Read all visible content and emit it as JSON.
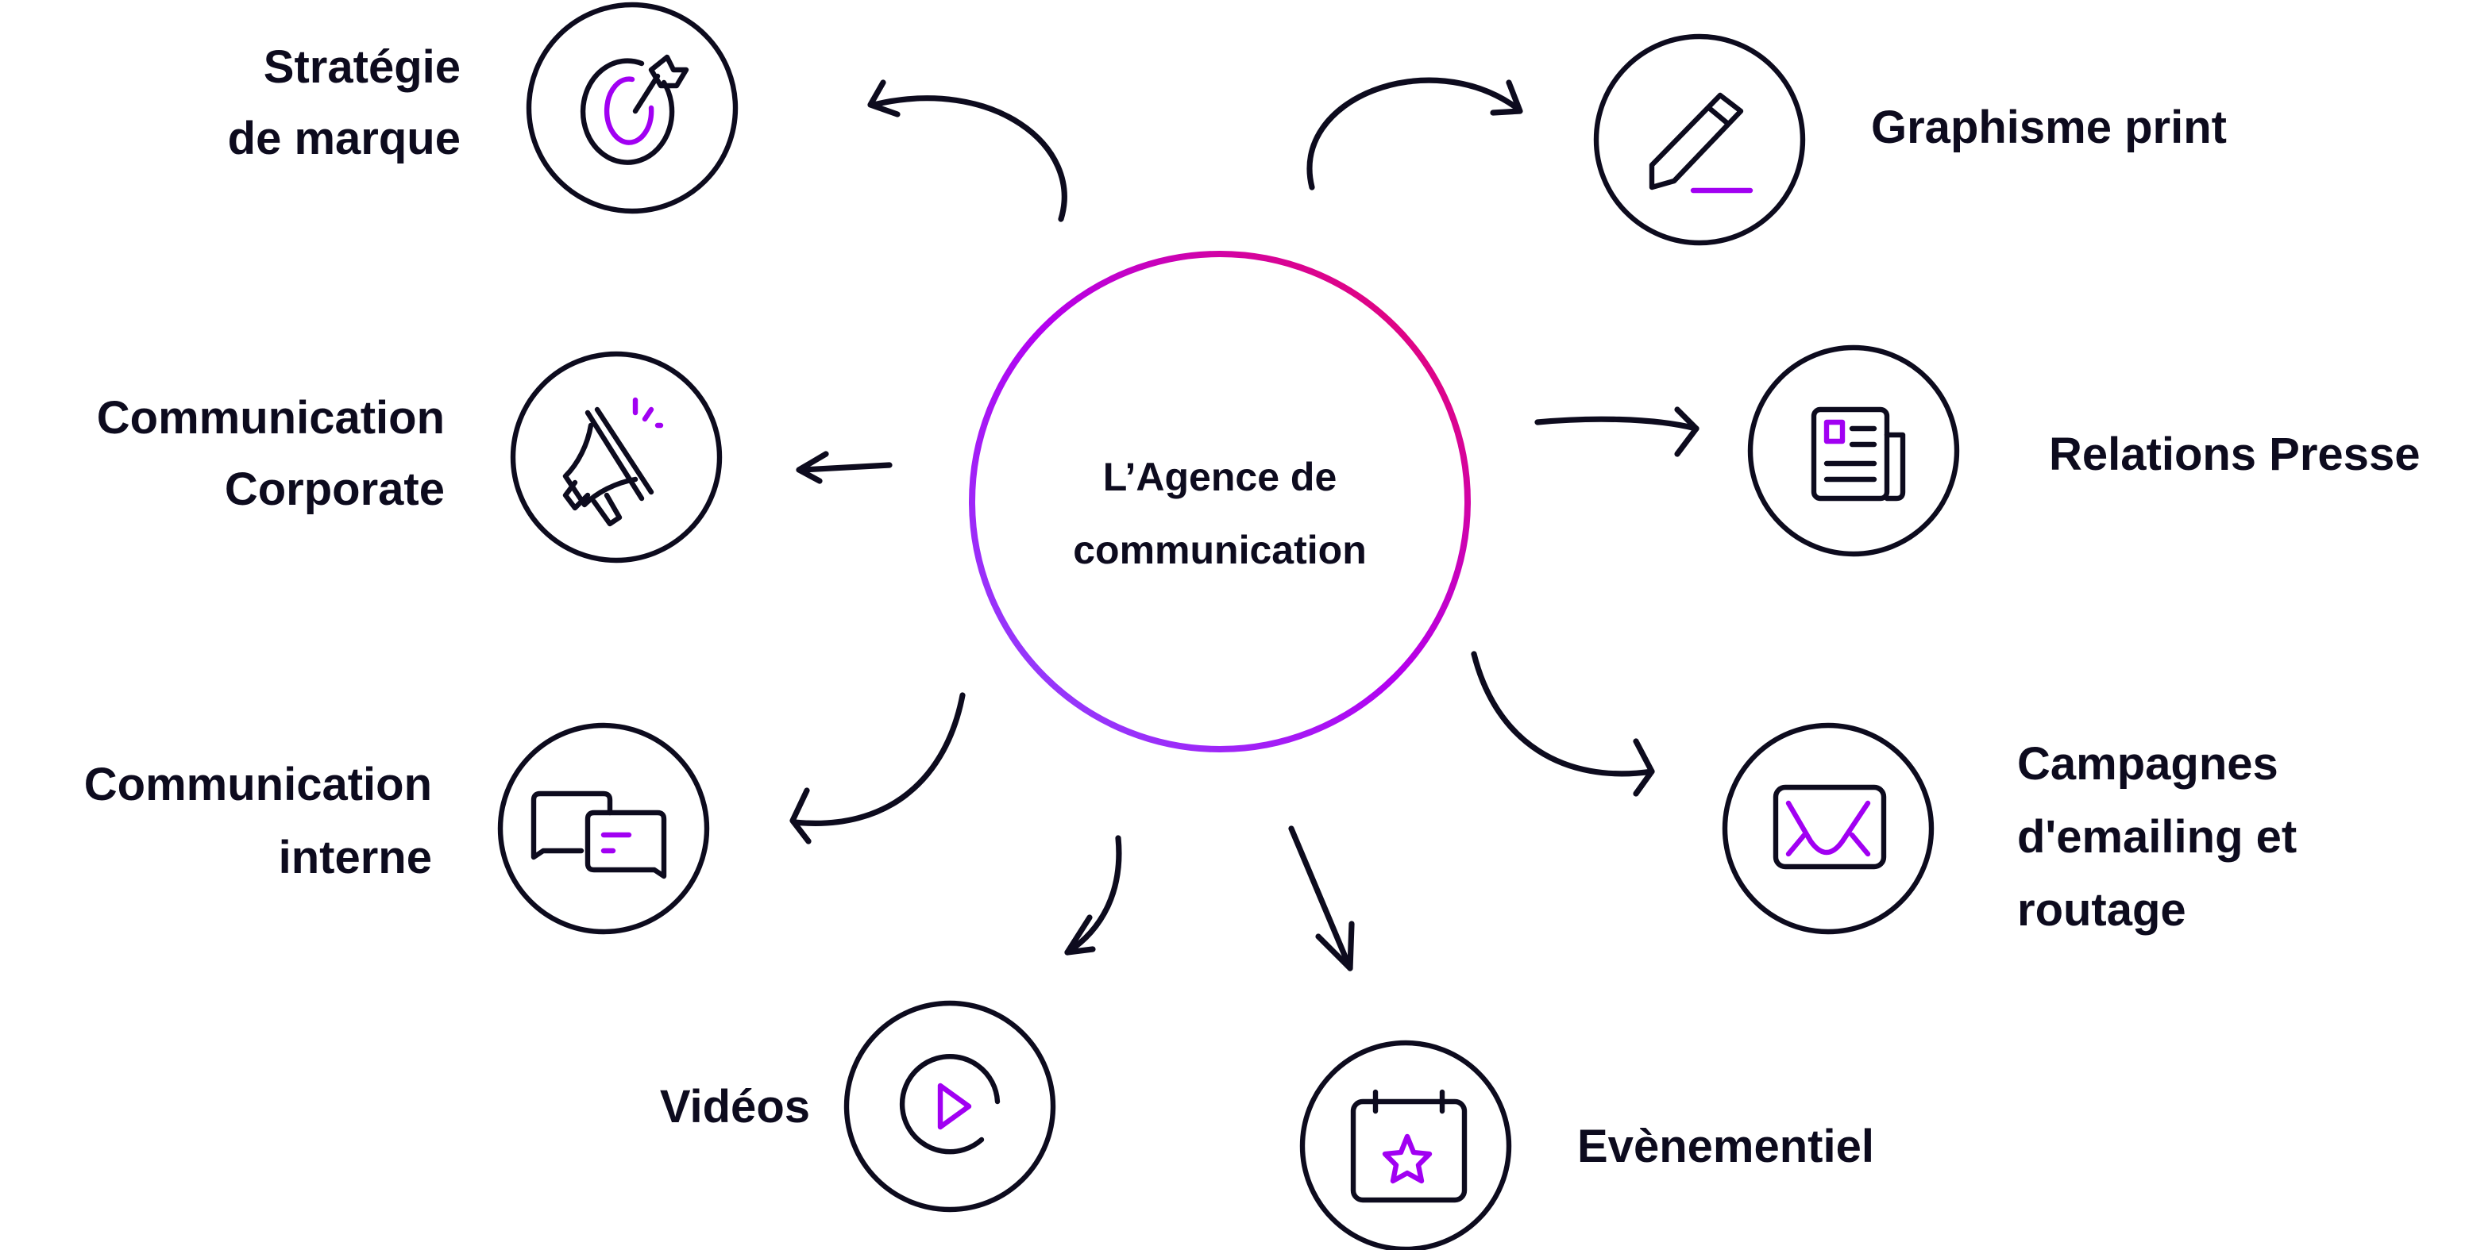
{
  "center": {
    "line1": "L’Agence de",
    "line2": "communication"
  },
  "colors": {
    "text": "#0d0b1e",
    "accent": "#a100f2",
    "gradient_start": "#f0065a",
    "gradient_end": "#8a4cff"
  },
  "nodes": {
    "strategie": {
      "line1": "Stratégie",
      "line2": "de marque",
      "icon": "target-icon"
    },
    "graphisme": {
      "line1": "Graphisme print",
      "icon": "pencil-icon"
    },
    "corporate": {
      "line1": "Communication",
      "line2": "Corporate",
      "icon": "megaphone-icon"
    },
    "presse": {
      "line1": "Relations Presse",
      "icon": "newspaper-icon"
    },
    "interne": {
      "line1": "Communication",
      "line2": "interne",
      "icon": "chat-bubbles-icon"
    },
    "emailing": {
      "line1": "Campagnes",
      "line2": "d'emailing et",
      "line3": "routage",
      "icon": "envelope-icon"
    },
    "videos": {
      "line1": "Vidéos",
      "icon": "play-icon"
    },
    "evenementiel": {
      "line1": "Evènementiel",
      "icon": "calendar-star-icon"
    }
  }
}
